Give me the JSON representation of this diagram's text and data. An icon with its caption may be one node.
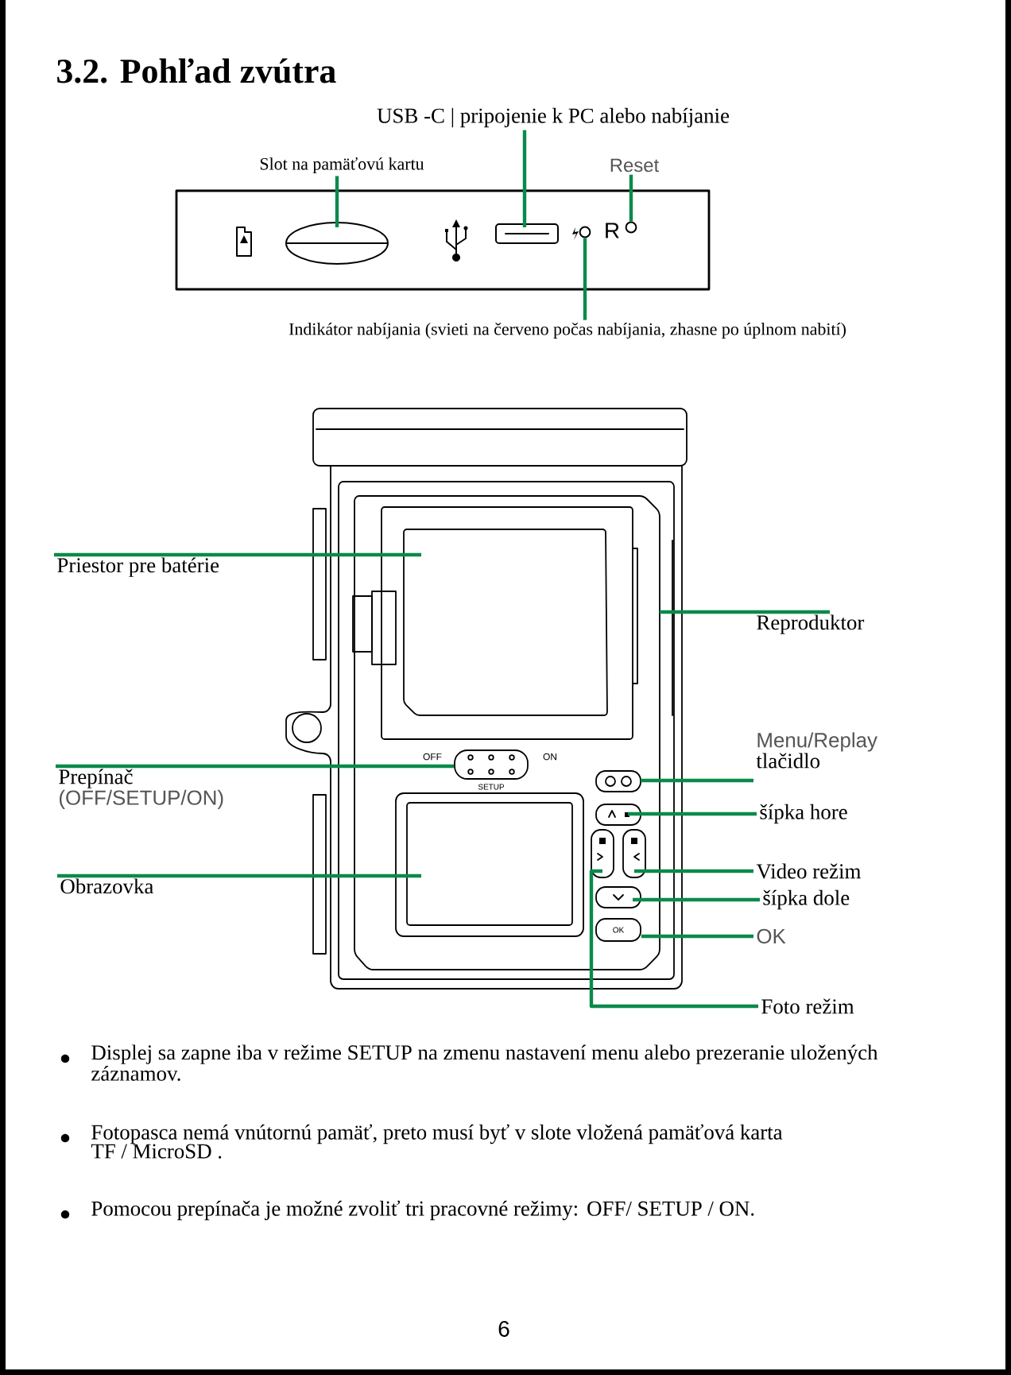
{
  "diagram": {
    "title": "3.2. Pohľad zvútra",
    "nodes": [
      {
        "text": [
          "USB -C | pripojenie k PC  alebo nabíjanie"
        ]
      },
      {
        "text": [
          "Slot na pamäťovú kartu"
        ]
      },
      {
        "text": [
          "Reset"
        ]
      },
      {
        "text": [
          "Indikátor nabíjania (svieti na červeno počas nabíjania, zhasne po úplnom nabití)"
        ]
      },
      {
        "text": [
          "Priestor pre batérie"
        ]
      },
      {
        "text": [
          "Reproduktor"
        ]
      },
      {
        "text": [
          "Menu/Replay",
          "tlačidlo"
        ]
      },
      {
        "text": [
          "šípka hore"
        ]
      },
      {
        "text": [
          "Video režim"
        ]
      },
      {
        "text": [
          "šípka dole"
        ]
      },
      {
        "text": [
          "OK"
        ]
      },
      {
        "text": [
          "Foto režim"
        ]
      },
      {
        "text": [
          "Prepínač",
          "(OFF/SETUP/ON)"
        ]
      },
      {
        "text": [
          "Obrazovka"
        ]
      },
      {
        "text": [],
        "shape": "circle",
        "beside": [
          "R"
        ]
      },
      {
        "text": [],
        "shape": "circle"
      },
      {
        "text": [],
        "shape": "box",
        "beside": [
          "OFF",
          "ON",
          "SETUP"
        ]
      },
      {
        "text": [
          "OK"
        ]
      }
    ],
    "edges": [
      {
        "from": 0,
        "to": null,
        "arrow": "none"
      },
      {
        "from": 1,
        "to": null,
        "arrow": "none"
      },
      {
        "from": 2,
        "to": 14,
        "arrow": "none"
      },
      {
        "from": 3,
        "to": 15,
        "arrow": "none"
      },
      {
        "from": 4,
        "to": null,
        "arrow": "none"
      },
      {
        "from": 5,
        "to": null,
        "arrow": "none"
      },
      {
        "from": 6,
        "to": null,
        "arrow": "none"
      },
      {
        "from": 7,
        "to": null,
        "arrow": "none"
      },
      {
        "from": 8,
        "to": null,
        "arrow": "none"
      },
      {
        "from": 9,
        "to": null,
        "arrow": "none"
      },
      {
        "from": 10,
        "to": 17,
        "arrow": "none"
      },
      {
        "from": 11,
        "to": null,
        "arrow": "none"
      },
      {
        "from": 12,
        "to": 16,
        "arrow": "none"
      },
      {
        "from": 13,
        "to": null,
        "arrow": "none"
      }
    ],
    "labels": [
      "Displej sa zapne iba v režime SETUP na zmenu nastavení menu alebo prezeranie uložených záznamov.",
      "Fotopasca nemá vnútornú pamäť, preto musí byť v slote vložená pamäťová karta TF / MicroSD .",
      "Pomocou prepínača je možné zvoliť tri pracovné režimy: OFF/ SETUP / ON.",
      "6"
    ]
  }
}
